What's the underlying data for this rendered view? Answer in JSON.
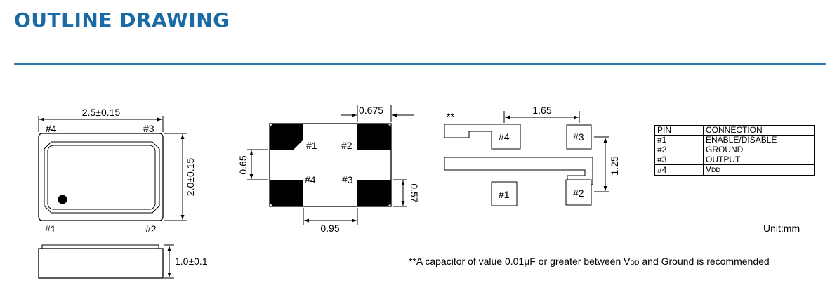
{
  "header": {
    "title": "OUTLINE DRAWING",
    "title_color": "#1a6aa6",
    "rule_color": "#2a7ab8"
  },
  "top_view": {
    "width_label": "2.5±0.15",
    "height_label": "2.0±0.15",
    "pins": [
      "#4",
      "#3",
      "#1",
      "#2"
    ]
  },
  "side_view": {
    "height_label": "1.0±0.1"
  },
  "bottom_view": {
    "pins": [
      "#1",
      "#2",
      "#4",
      "#3"
    ],
    "dim_top": "0.675",
    "dim_left": "0.65",
    "dim_right": "0.57",
    "dim_bottom": "0.95"
  },
  "land_pattern": {
    "marker": "**",
    "dim_top": "1.65",
    "dim_right": "1.25",
    "pads": [
      "#4",
      "#3",
      "#1",
      "#2"
    ]
  },
  "pin_table": {
    "headers": [
      "PIN",
      "CONNECTION"
    ],
    "rows": [
      {
        "pin": "#1",
        "connection": "ENABLE/DISABLE"
      },
      {
        "pin": "#2",
        "connection": "GROUND"
      },
      {
        "pin": "#3",
        "connection": "OUTPUT"
      },
      {
        "pin": "#4",
        "connection_main": "V",
        "connection_sub": "DD"
      }
    ]
  },
  "unit": "Unit:mm",
  "note": {
    "before": "**A capacitor of value 0.01μF or greater between V",
    "sub": "DD",
    "after": " and Ground is recommended"
  }
}
